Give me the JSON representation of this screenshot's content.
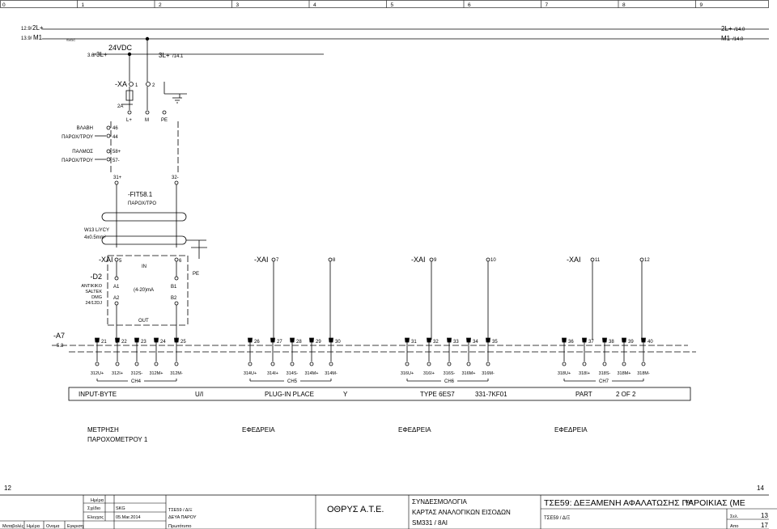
{
  "ruler": {
    "cols": [
      "0",
      "1",
      "2",
      "3",
      "4",
      "5",
      "6",
      "7",
      "8",
      "9"
    ]
  },
  "supply": {
    "l2_left_ref": "12.9/",
    "l2_left": "2L+",
    "m1_left_ref": "13.9/",
    "m1_left": "M1",
    "svdc": "SVDC",
    "voltage": "24VDC",
    "l3_left_ref": "3.6/",
    "l3_left": "3L+",
    "l3_right": "3L+",
    "l3_right_ref": "/14.1",
    "l2_right": "2L+",
    "l2_right_ref": "/14.0",
    "m1_right": "M1",
    "m1_right_ref": "/14.0"
  },
  "terminal_xa_top": {
    "name": "-XA",
    "t1": "1",
    "t2": "2",
    "fuse": "2A",
    "lplus": "L+",
    "m": "M",
    "pe": "PE"
  },
  "fault_block": {
    "label1": "ΒΛΑΒΗ",
    "label2": "ΠΑΡΟΧ/ΤΡΟΥ",
    "t1": "46",
    "t2": "44"
  },
  "pulse_block": {
    "label1": "ΠΑΛΜΟΣ",
    "label2": "ΠΑΡΟΧ/ΤΡΟΥ",
    "t1": "58+",
    "t2": "57-"
  },
  "fit": {
    "plus": "31+",
    "minus": "32-",
    "name": "-FIT58.1",
    "desc": "ΠΑΡΟΧ/ΤΡΟ"
  },
  "cable": {
    "name": "W13 LiYCY",
    "size": "4x0.5mm²"
  },
  "d2": {
    "name": "-D2",
    "l1": "ANTIKIKO",
    "l2": "SALTEK",
    "l3": "DMG",
    "l4": "24/12DJ",
    "xai": "-XAI",
    "t5": "5",
    "t6": "6",
    "in": "IN",
    "out": "OUT",
    "a1": "A1",
    "a2": "A2",
    "b1": "B1",
    "b2": "B2",
    "range": "(4-20)mA",
    "pe": "PE"
  },
  "xai_groups": [
    {
      "name": "-XAI",
      "a": "7",
      "b": "8"
    },
    {
      "name": "-XAI",
      "a": "9",
      "b": "10"
    },
    {
      "name": "-XAI",
      "a": "11",
      "b": "12"
    }
  ],
  "module": {
    "name": "-A7",
    "ref": "5.3"
  },
  "pins": [
    "21",
    "22",
    "23",
    "24",
    "25",
    "26",
    "27",
    "28",
    "29",
    "30",
    "31",
    "32",
    "33",
    "34",
    "35",
    "36",
    "37",
    "38",
    "39",
    "40"
  ],
  "signals": [
    "312U+",
    "312I+",
    "312S-",
    "312M+",
    "312M-",
    "314U+",
    "314I+",
    "314S-",
    "314M+",
    "314M-",
    "316U+",
    "316I+",
    "316S-",
    "316M+",
    "316M-",
    "318U+",
    "318I+",
    "318S-",
    "318M+",
    "318M-"
  ],
  "channels": [
    "CH4",
    "CH5",
    "CH6",
    "CH7"
  ],
  "info_bar": {
    "input": "INPUT-BYTE",
    "ui": "U/I",
    "plugin": "PLUG-IN PLACE",
    "y": "Y",
    "type": "TYPE 6ES7",
    "code": "331-7KF01",
    "part": "PART",
    "of": "2 OF 2"
  },
  "descriptions": [
    {
      "line1": "ΜΕΤΡΗΣΗ",
      "line2": "ΠΑΡΟΧΟΜΕΤΡΟΥ 1"
    },
    {
      "line1": "ΕΦΕΔΡΕΙΑ",
      "line2": ""
    },
    {
      "line1": "ΕΦΕΔΡΕΙΑ",
      "line2": ""
    },
    {
      "line1": "ΕΦΕΔΡΕΙΑ",
      "line2": ""
    }
  ],
  "page_prev": "12",
  "page_next": "14",
  "title_block": {
    "date_lbl": "Ημέρα",
    "drawn_lbl": "Σχέδιο",
    "drawn": "SKG",
    "check_lbl": "Ελεγχος",
    "check_date": "05.Mar.2014",
    "orig_lbl": "Πρωτότυπο",
    "change_lbl": "Μεταβολές",
    "day_lbl": "Ημέρα",
    "name_lbl": "Ονομα",
    "approve_lbl": "Εγκριση",
    "ref1": "ΤΣΕ59 / Δ/Ξ",
    "ref2": "ΔΕΥΑ ΠΑΡΟΥ",
    "company": "ΟΘΡΥΣ Α.Τ.Ε.",
    "desc1": "ΣΥΝΔΕΣΜΟΛΟΓΙΑ",
    "desc2": "ΚΑΡΤΑΣ ΑΝΑΛΟΓΙΚΩΝ ΕΙΣΟΔΩΝ",
    "desc3": "SM331 / 8AI",
    "project": "ΤΣΕ59: ΔΕΞΑΜΕΝΗ ΑΦΑΛΑΤΩΣΗΣ ΠΑΡΟΙΚΙΑΣ (ΜΕ",
    "sub": "ΤΣΕ59 / Δ/Ξ",
    "mark": "+ΔΡ",
    "sheet_lbl": "Σελ.",
    "sheet": "13",
    "total_lbl": "Απο",
    "total": "17"
  }
}
